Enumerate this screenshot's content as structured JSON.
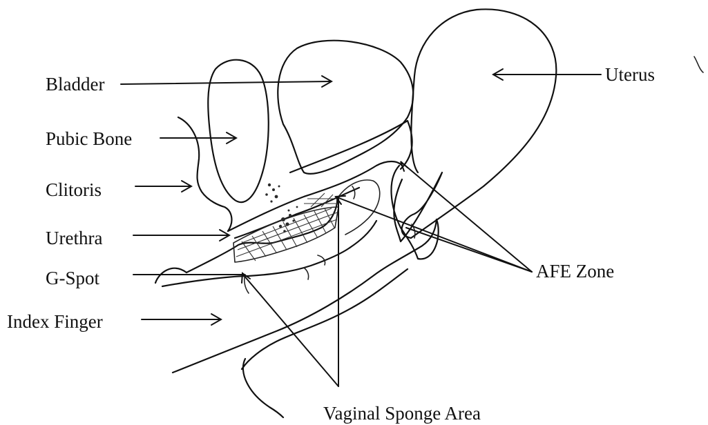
{
  "diagram": {
    "labels": {
      "bladder": "Bladder",
      "pubic_bone": "Pubic Bone",
      "clitoris": "Clitoris",
      "urethra": "Urethra",
      "g_spot": "G-Spot",
      "index_finger": "Index Finger",
      "uterus": "Uterus",
      "afe_zone": "AFE Zone",
      "vaginal_sponge_area": "Vaginal Sponge Area"
    },
    "colors": {
      "ink": "#111111",
      "background": "#ffffff"
    }
  }
}
